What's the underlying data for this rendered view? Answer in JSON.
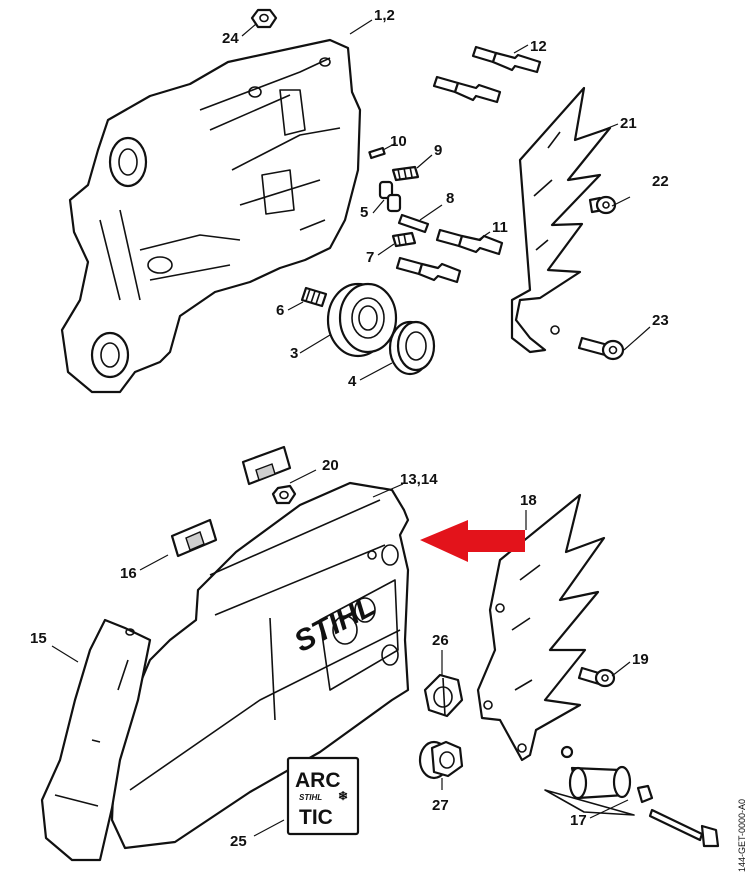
{
  "callouts": [
    {
      "id": "c24",
      "text": "24"
    },
    {
      "id": "c1_2",
      "text": "1,2"
    },
    {
      "id": "c12",
      "text": "12"
    },
    {
      "id": "c21",
      "text": "21"
    },
    {
      "id": "c10",
      "text": "10"
    },
    {
      "id": "c9",
      "text": "9"
    },
    {
      "id": "c22",
      "text": "22"
    },
    {
      "id": "c8",
      "text": "8"
    },
    {
      "id": "c5",
      "text": "5"
    },
    {
      "id": "c11",
      "text": "11"
    },
    {
      "id": "c7",
      "text": "7"
    },
    {
      "id": "c6",
      "text": "6"
    },
    {
      "id": "c23",
      "text": "23"
    },
    {
      "id": "c3",
      "text": "3"
    },
    {
      "id": "c4",
      "text": "4"
    },
    {
      "id": "c20",
      "text": "20"
    },
    {
      "id": "c13_14",
      "text": "13,14"
    },
    {
      "id": "c18",
      "text": "18"
    },
    {
      "id": "c16",
      "text": "16"
    },
    {
      "id": "c15",
      "text": "15"
    },
    {
      "id": "c26",
      "text": "26"
    },
    {
      "id": "c19",
      "text": "19"
    },
    {
      "id": "c25",
      "text": "25"
    },
    {
      "id": "c27",
      "text": "27"
    },
    {
      "id": "c17",
      "text": "17"
    }
  ],
  "brand_logo": "STIHL",
  "label_decal": {
    "line1": "ARC",
    "line2": "STIHL",
    "line3": "TIC",
    "snow": "❄"
  },
  "drawing_code": "144-GET-0000-A0",
  "colors": {
    "arrow": "#e3131b",
    "line": "#111111"
  },
  "icons": {
    "arrow": "left-arrow-icon"
  }
}
